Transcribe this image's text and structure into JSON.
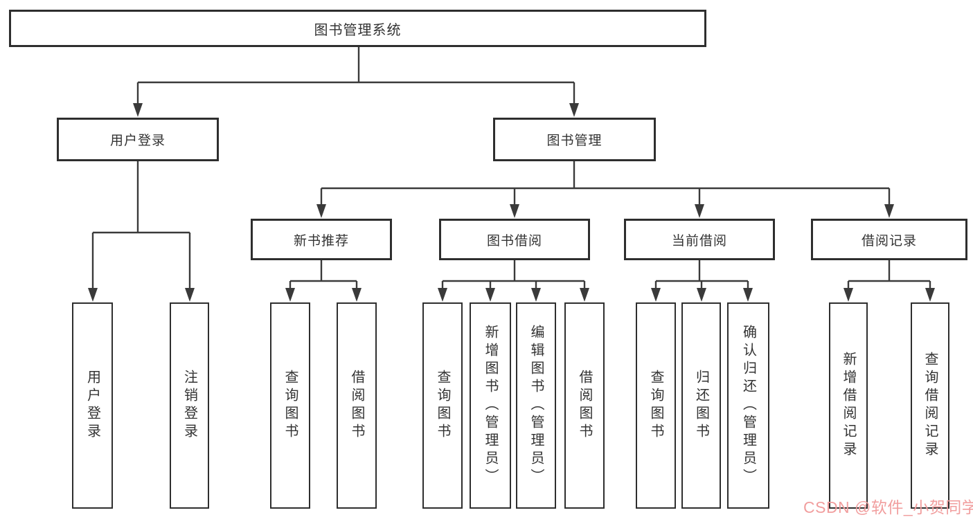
{
  "diagram": {
    "watermark": "CSDN @软件_小贺同学",
    "colors": {
      "line": "#3a3a3a",
      "box_border": "#2e2e2e",
      "text": "#333333",
      "watermark": "#f19e9e",
      "background": "#ffffff"
    },
    "tree": {
      "label": "图书管理系统",
      "children": [
        {
          "label": "用户登录",
          "children": [
            {
              "label": "用户登录"
            },
            {
              "label": "注销登录"
            }
          ]
        },
        {
          "label": "图书管理",
          "children": [
            {
              "label": "新书推荐",
              "children": [
                {
                  "label": "查询图书"
                },
                {
                  "label": "借阅图书"
                }
              ]
            },
            {
              "label": "图书借阅",
              "children": [
                {
                  "label": "查询图书"
                },
                {
                  "label": "新增图书（管理员）"
                },
                {
                  "label": "编辑图书（管理员）"
                },
                {
                  "label": "借阅图书"
                }
              ]
            },
            {
              "label": "当前借阅",
              "children": [
                {
                  "label": "查询图书"
                },
                {
                  "label": "归还图书"
                },
                {
                  "label": "确认归还（管理员）"
                }
              ]
            },
            {
              "label": "借阅记录",
              "children": [
                {
                  "label": "新增借阅记录"
                },
                {
                  "label": "查询借阅记录"
                }
              ]
            }
          ]
        }
      ]
    }
  }
}
